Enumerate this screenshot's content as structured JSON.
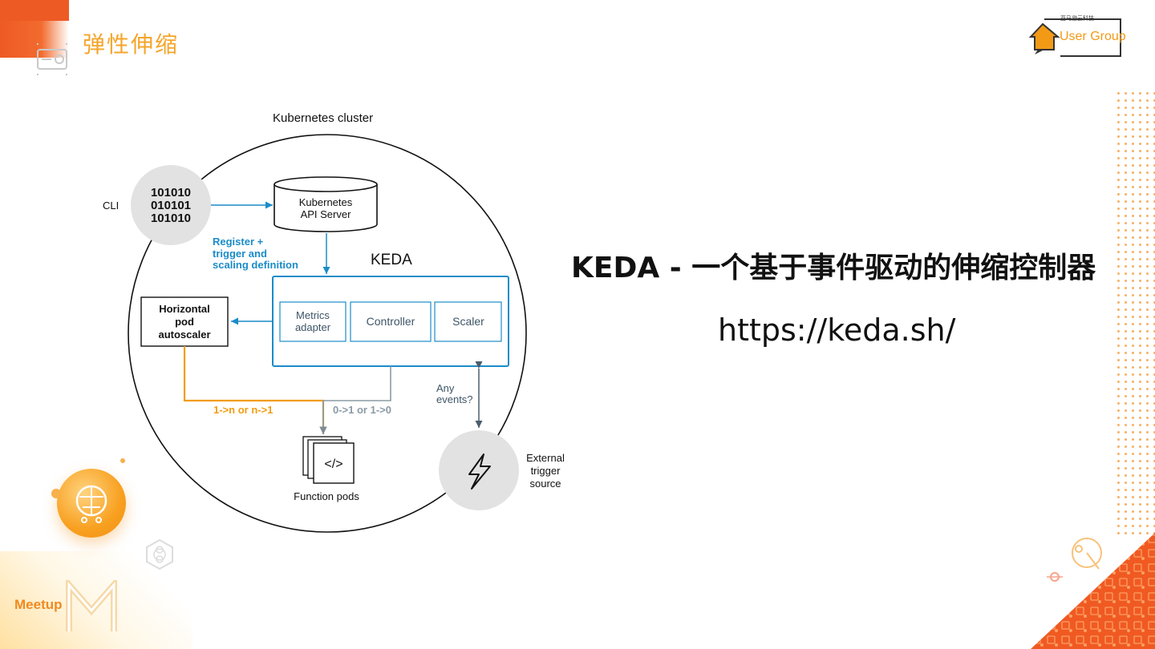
{
  "header": {
    "section_title": "弹性伸缩",
    "logo_cn": "亚马逊云科技",
    "logo_text": "User Group"
  },
  "footer": {
    "meetup_text": "Meetup"
  },
  "diagram": {
    "cluster_label": "Kubernetes cluster",
    "cli_label": "CLI",
    "binary_lines": [
      "101010",
      "010101",
      "101010"
    ],
    "api_server_line1": "Kubernetes",
    "api_server_line2": "API Server",
    "register_line1": "Register +",
    "register_line2": "trigger and",
    "register_line3": "scaling definition",
    "keda_label": "KEDA",
    "metrics_line1": "Metrics",
    "metrics_line2": "adapter",
    "controller_label": "Controller",
    "scaler_label": "Scaler",
    "hpa_line1": "Horizontal",
    "hpa_line2": "pod",
    "hpa_line3": "autoscaler",
    "scale_orange": "1->n or n->1",
    "scale_gray": "0->1 or 1->0",
    "any_events_line1": "Any",
    "any_events_line2": "events?",
    "function_pods_label": "Function pods",
    "code_symbol": "</>",
    "external_line1": "External",
    "external_line2": "trigger",
    "external_line3": "source",
    "colors": {
      "blue": "#1a8cc9",
      "orange": "#f39c12",
      "gray": "#8a9aa5",
      "circle_fill": "#e6e6e6"
    }
  },
  "main": {
    "title": "KEDA - 一个基于事件驱动的伸缩控制器",
    "url": "https://keda.sh/"
  },
  "icons": [
    "camera-icon",
    "brain-circuit-icon",
    "hexagon-flower-icon",
    "house-logo-icon",
    "lightning-icon",
    "binary-icon",
    "code-icon"
  ]
}
